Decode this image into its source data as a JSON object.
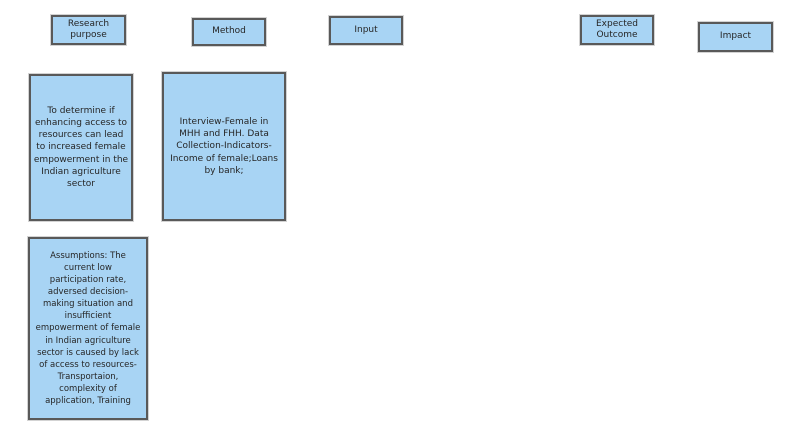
{
  "colors": {
    "box_fill": "#a8d4f4",
    "box_border": "#595959",
    "text": "#262626",
    "background": "#ffffff"
  },
  "headers": [
    {
      "id": "research-purpose",
      "lines": [
        "Research",
        "purpose"
      ]
    },
    {
      "id": "method",
      "lines": [
        "Method"
      ]
    },
    {
      "id": "input",
      "lines": [
        "Input"
      ]
    },
    {
      "id": "expected-outcome",
      "lines": [
        "Expected",
        "Outcome"
      ]
    },
    {
      "id": "impact",
      "lines": [
        "Impact"
      ]
    }
  ],
  "content_boxes": [
    {
      "id": "research-purpose-detail",
      "lines": [
        "To determine if",
        "enhancing access to",
        "resources can lead",
        "to increased female",
        "empowerment in the",
        "Indian agriculture",
        "sector"
      ]
    },
    {
      "id": "method-detail",
      "lines": [
        "Interview-Female in",
        "MHH and FHH.  Data",
        "Collection-Indicators-",
        "Income of female;Loans",
        "by bank;"
      ]
    },
    {
      "id": "assumptions",
      "lines": [
        "Assumptions: The",
        "current low",
        "participation rate,",
        "adversed decision-",
        "making situation and",
        "insufficient",
        "empowerment of female",
        "in Indian agriculture",
        "sector is caused by lack",
        "of access to resources-",
        "Transportaion,",
        "complexity of",
        "application, Training"
      ]
    }
  ]
}
